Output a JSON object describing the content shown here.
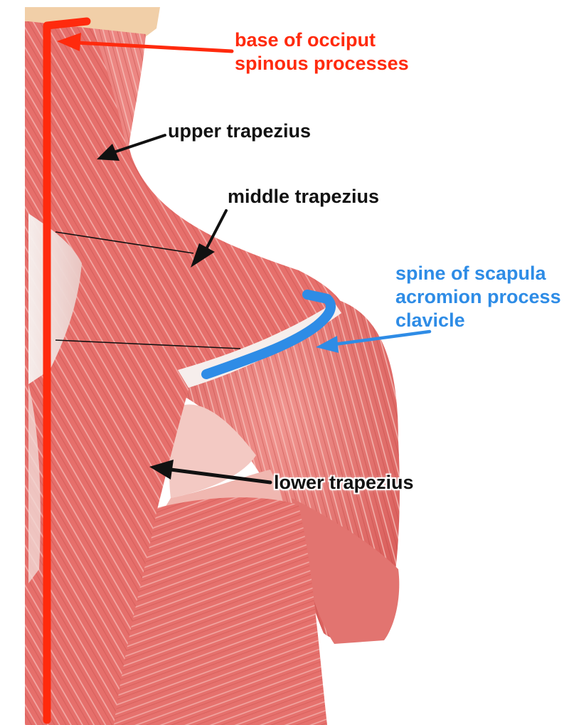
{
  "colors": {
    "origin_marker": "#ff2a0d",
    "insertion_marker": "#2e8ce6",
    "pointer": "#111111",
    "muscle_base": "#e76f6c",
    "muscle_light": "#f5b1ac",
    "muscle_dark": "#c94848",
    "tendon": "#f4f1ee",
    "skin": "#f1cfa8"
  },
  "labels": {
    "origin": {
      "lines": [
        "base of occiput",
        "spinous processes"
      ]
    },
    "upper_trapezius": "upper trapezius",
    "middle_trapezius": "middle trapezius",
    "insertion": {
      "lines": [
        "spine of scapula",
        "acromion process",
        "clavicle"
      ]
    },
    "lower_trapezius": "lower trapezius"
  },
  "icons": {
    "origin_arrow": "arrow-left-icon",
    "insertion_arrow": "arrow-left-icon",
    "upper_pointer": "arrow-down-left-icon",
    "middle_pointer": "arrow-down-left-icon",
    "lower_pointer": "arrow-left-icon"
  }
}
